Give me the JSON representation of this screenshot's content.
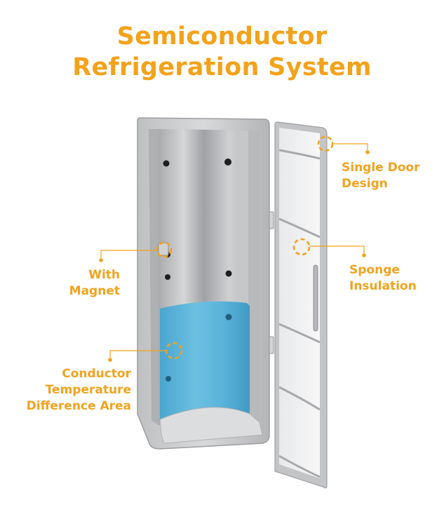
{
  "title": {
    "line1": "Semiconductor",
    "line2": "Refrigeration System"
  },
  "callouts": [
    {
      "id": "single-door",
      "line1": "Single Door",
      "line2": "Design"
    },
    {
      "id": "sponge",
      "line1": "Sponge",
      "line2": "Insulation"
    },
    {
      "id": "magnet",
      "line1": "With",
      "line2": "Magnet"
    },
    {
      "id": "conductor",
      "line1": "Conductor",
      "line2": "Temperature",
      "line3": "Difference Area"
    }
  ],
  "colors": {
    "accent": "#f3a21b",
    "cold_area": "#5fb8dc",
    "body": "#c9cacc"
  },
  "icons": {
    "callout_marker": "dashed-circle-icon",
    "leader_dot": "dot-icon"
  }
}
